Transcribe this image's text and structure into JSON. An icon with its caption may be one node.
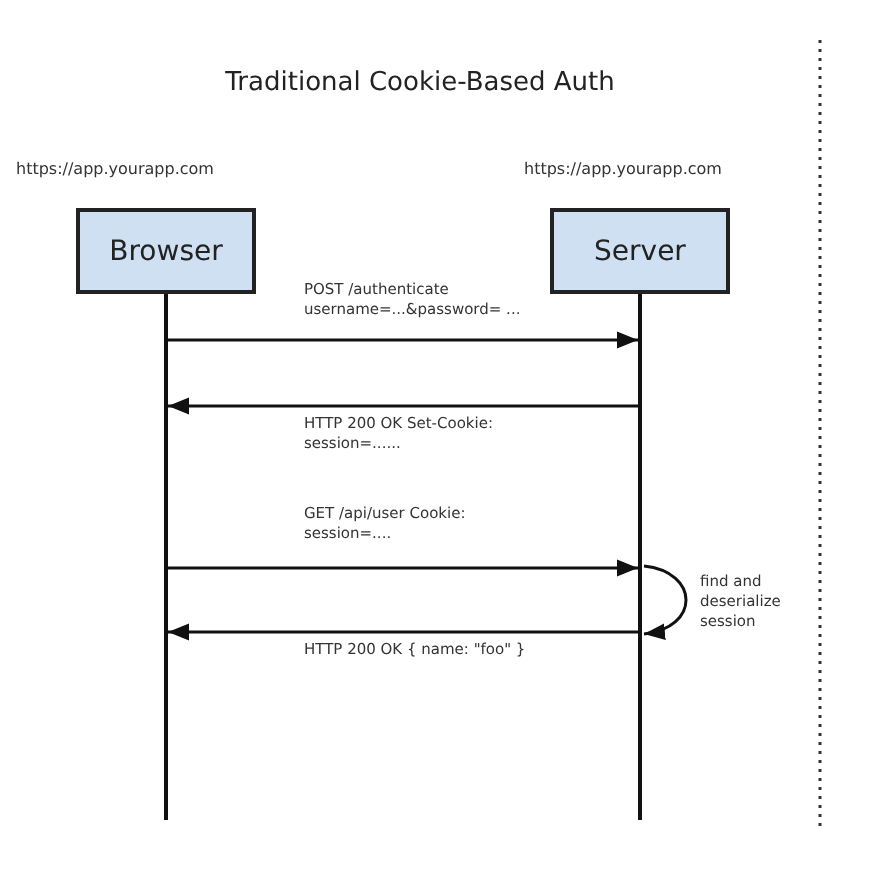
{
  "diagram": {
    "title": "Traditional Cookie-Based Auth",
    "nodes": [
      {
        "text": [
          "Browser"
        ],
        "beside": [
          "https://app.yourapp.com"
        ]
      },
      {
        "text": [
          "Server"
        ],
        "beside": [
          "https://app.yourapp.com"
        ]
      }
    ],
    "edges": [
      {
        "from": 0,
        "to": 1,
        "arrow": "to",
        "label": "POST /authenticate username=...&password= ..."
      },
      {
        "from": 1,
        "to": 0,
        "arrow": "to",
        "label": "HTTP 200 OK Set-Cookie: session=......"
      },
      {
        "from": 0,
        "to": 1,
        "arrow": "to",
        "label": "GET /api/user Cookie: session=...."
      },
      {
        "from": 1,
        "to": 1,
        "arrow": "to",
        "label": "find and deserialize session"
      },
      {
        "from": 1,
        "to": 0,
        "arrow": "to",
        "label": "HTTP 200 OK { name: \"foo\" }"
      }
    ]
  }
}
